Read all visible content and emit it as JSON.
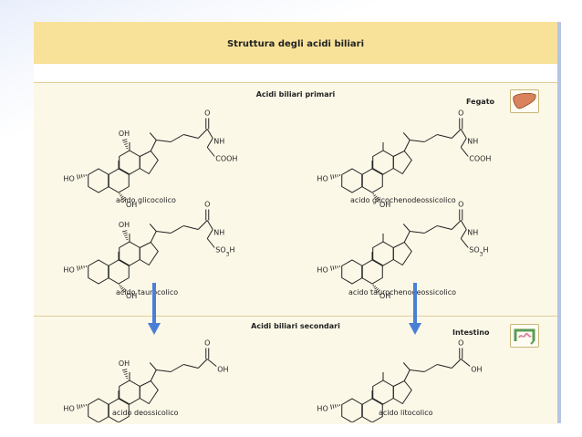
{
  "figure": {
    "title": "Struttura degli acidi biliari"
  },
  "liver_section": {
    "organ_label": "Fegato",
    "organ_icon": "liver-icon",
    "heading": "Acidi biliari primari"
  },
  "intestine_section": {
    "organ_label": "Intestino",
    "organ_icon": "intestine-icon",
    "heading": "Acidi biliari secondari"
  },
  "atom_labels": {
    "oh": "OH",
    "ho": "HO",
    "o": "O",
    "nh": "NH",
    "cooh": "COOH",
    "so3h": "SO3H"
  },
  "molecules": [
    {
      "name": "acido glicocolico",
      "tail": "glycine",
      "oh7": true,
      "oh12": true
    },
    {
      "name": "acido glicochenodeossicolico",
      "tail": "glycine",
      "oh7": true,
      "oh12": false
    },
    {
      "name": "acido taurocolico",
      "tail": "taurine",
      "oh7": true,
      "oh12": true
    },
    {
      "name": "acido taurochenodeossicolico",
      "tail": "taurine",
      "oh7": true,
      "oh12": false
    },
    {
      "name": "acido deossicolico",
      "tail": "acid",
      "oh7": false,
      "oh12": true
    },
    {
      "name": "acido litocolico",
      "tail": "acid",
      "oh7": false,
      "oh12": false
    }
  ],
  "colors": {
    "header": "#f8e29a",
    "panel": "#fcf8e8",
    "arrow": "#4a7fd6",
    "liver": "#d9825b"
  }
}
